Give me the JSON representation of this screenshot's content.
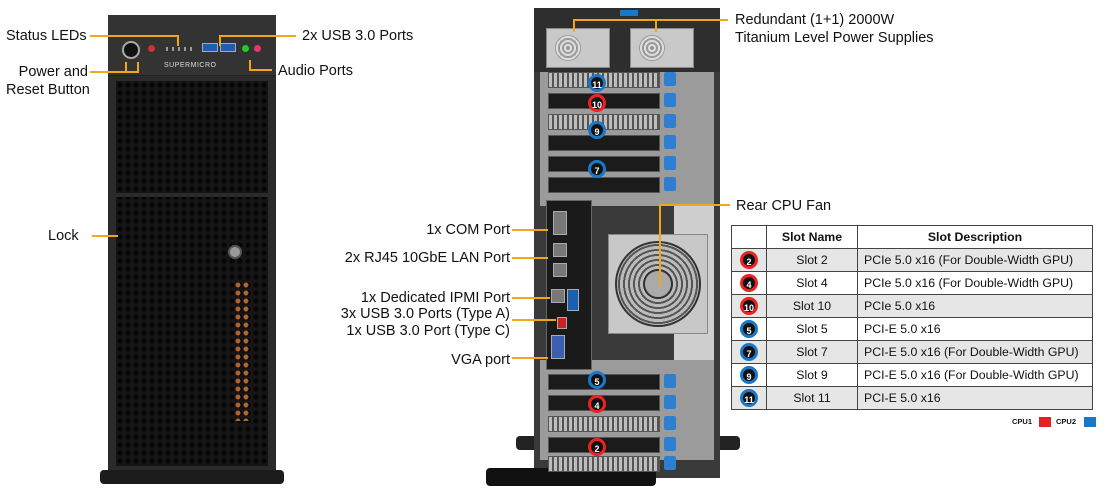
{
  "front_labels": {
    "status_leds": "Status LEDs",
    "power_reset_1": "Power and",
    "power_reset_2": "Reset Button",
    "lock": "Lock",
    "usb": "2x USB 3.0 Ports",
    "audio": "Audio Ports",
    "brand": "SUPERMICRO"
  },
  "rear_labels": {
    "psu_1": "Redundant (1+1) 2000W",
    "psu_2": "Titanium Level Power Supplies",
    "rear_fan": "Rear CPU Fan",
    "com": "1x COM Port",
    "lan": "2x RJ45 10GbE LAN Port",
    "ipmi": "1x Dedicated IPMI Port",
    "usb_a": "3x USB 3.0 Ports (Type A)",
    "usb_c": "1x USB 3.0 Port (Type C)",
    "vga": "VGA port"
  },
  "slot_markers": {
    "top": [
      "11",
      "10",
      "9",
      "7"
    ],
    "bottom": [
      "5",
      "4",
      "2"
    ]
  },
  "table": {
    "headers": [
      "",
      "Slot Name",
      "Slot Description"
    ],
    "rows": [
      {
        "num": "2",
        "cpu": "cpu1",
        "name": "Slot 2",
        "desc": "PCIe 5.0 x16 (For Double-Width GPU)"
      },
      {
        "num": "4",
        "cpu": "cpu1",
        "name": "Slot 4",
        "desc": "PCIe 5.0 x16 (For Double-Width GPU)"
      },
      {
        "num": "10",
        "cpu": "cpu1",
        "name": "Slot 10",
        "desc": "PCIe 5.0 x16"
      },
      {
        "num": "5",
        "cpu": "cpu2",
        "name": "Slot 5",
        "desc": "PCI-E 5.0 x16"
      },
      {
        "num": "7",
        "cpu": "cpu2",
        "name": "Slot 7",
        "desc": "PCI-E 5.0 x16 (For Double-Width GPU)"
      },
      {
        "num": "9",
        "cpu": "cpu2",
        "name": "Slot 9",
        "desc": "PCI-E 5.0 x16 (For Double-Width GPU)"
      },
      {
        "num": "11",
        "cpu": "cpu2",
        "name": "Slot 11",
        "desc": "PCI-E 5.0 x16"
      }
    ]
  },
  "legend": {
    "cpu1_label": "CPU1",
    "cpu2_label": "CPU2",
    "cpu1_color": "#e22222",
    "cpu2_color": "#1a78c8"
  },
  "colors": {
    "callout_line": "#f2a61c"
  }
}
